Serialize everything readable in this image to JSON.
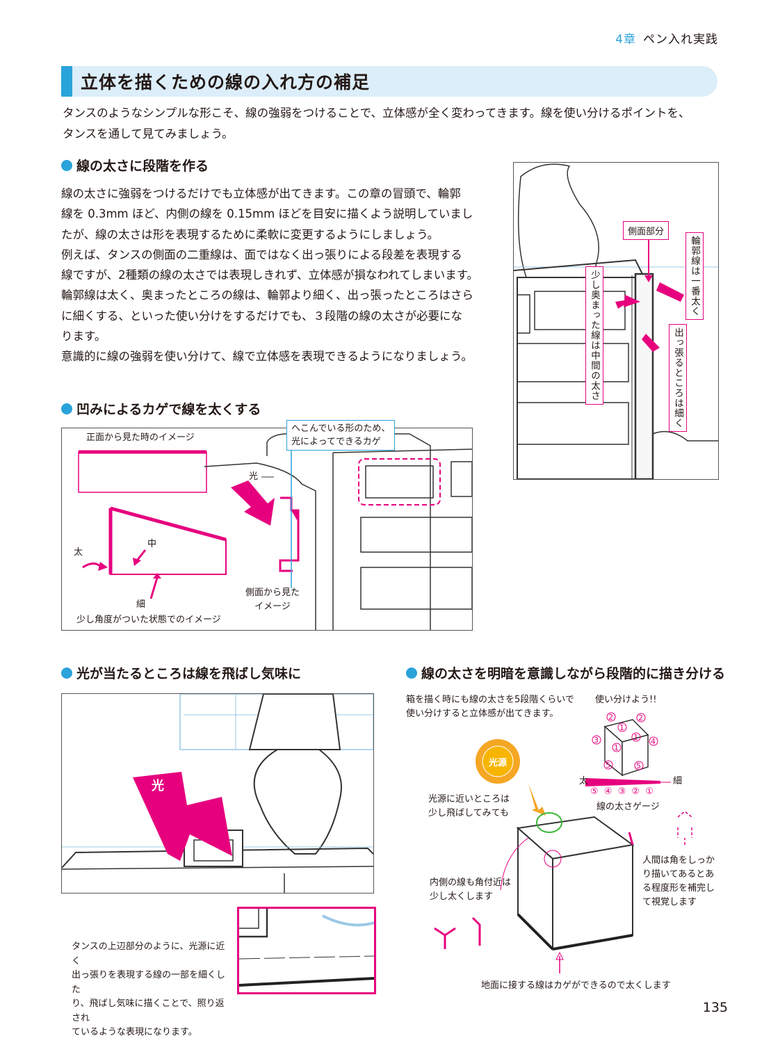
{
  "header": {
    "chapter_num": "4章",
    "chapter_title": "ペン入れ実践"
  },
  "title": "立体を描くための線の入れ方の補足",
  "intro": [
    "タンスのようなシンプルな形こそ、線の強弱をつけることで、立体感が全く変わってきます。線を使い分けるポイントを、",
    "タンスを通して見てみましょう。"
  ],
  "section1": {
    "heading": "線の太さに段階を作る",
    "paragraphs": [
      "線の太さに強弱をつけるだけでも立体感が出てきます。この章の冒頭で、輪郭",
      "線を 0.3mm ほど、内側の線を 0.15mm ほどを目安に描くよう説明していまし",
      "たが、線の太さは形を表現するために柔軟に変更するようにしましょう。",
      "例えば、タンスの側面の二重線は、面ではなく出っ張りによる段差を表現する",
      "線ですが、2種類の線の太さでは表現しきれず、立体感が損なわれてしまいます。",
      "輪郭線は太く、奥まったところの線は、輪郭より細く、出っ張ったところはさら",
      "に細くする、といった使い分けをするだけでも、３段階の線の太さが必要にな",
      "ります。",
      "意識的に線の強弱を使い分けて、線で立体感を表現できるようになりましょう。"
    ],
    "labels": {
      "side": "側面部分",
      "outline": "輪郭線は一番太く",
      "recess": "少し奥まった線は中間の太さ",
      "protrude": "出っ張るところは細く"
    }
  },
  "section2": {
    "heading": "凹みによるカゲで線を太くする",
    "labels": {
      "front_view": "正面から見た時のイメージ",
      "shadow_1": "へこんでいる形のため、",
      "shadow_2": "光によってできるカゲ",
      "light": "光",
      "thick": "太",
      "mid": "中",
      "thin": "細",
      "angled": "少し角度がついた状態でのイメージ",
      "side_view_1": "側面から見た",
      "side_view_2": "イメージ"
    }
  },
  "section3": {
    "heading": "光が当たるところは線を飛ばし気味に",
    "light": "光",
    "caption": [
      "タンスの上辺部分のように、光源に近く",
      "出っ張りを表現する線の一部を細くした",
      "り、飛ばし気味に描くことで、照り返され",
      "ているような表現になります。"
    ]
  },
  "section4": {
    "heading": "線の太さを明暗を意識しながら段階的に描き分ける",
    "intro": [
      "箱を描く時にも線の太さを5段階くらいで",
      "使い分けすると立体感が出てきます。"
    ],
    "use": "使い分けよう!!",
    "thick": "太",
    "thin": "細",
    "gauge_nums": [
      "⑤",
      "④",
      "③",
      "②",
      "①"
    ],
    "gauge": "線の太さゲージ",
    "light_source": "光源",
    "near_light": [
      "光源に近いところは",
      "少し飛ばしてみても"
    ],
    "inner": [
      "内側の線も角付近は",
      "少し太くします"
    ],
    "human": [
      "人間は角をしっか",
      "り描いてあるとあ",
      "る程度形を補完し",
      "て視覚します"
    ],
    "ground": "地面に接する線はカゲができるので太くします"
  },
  "page_number": "135"
}
